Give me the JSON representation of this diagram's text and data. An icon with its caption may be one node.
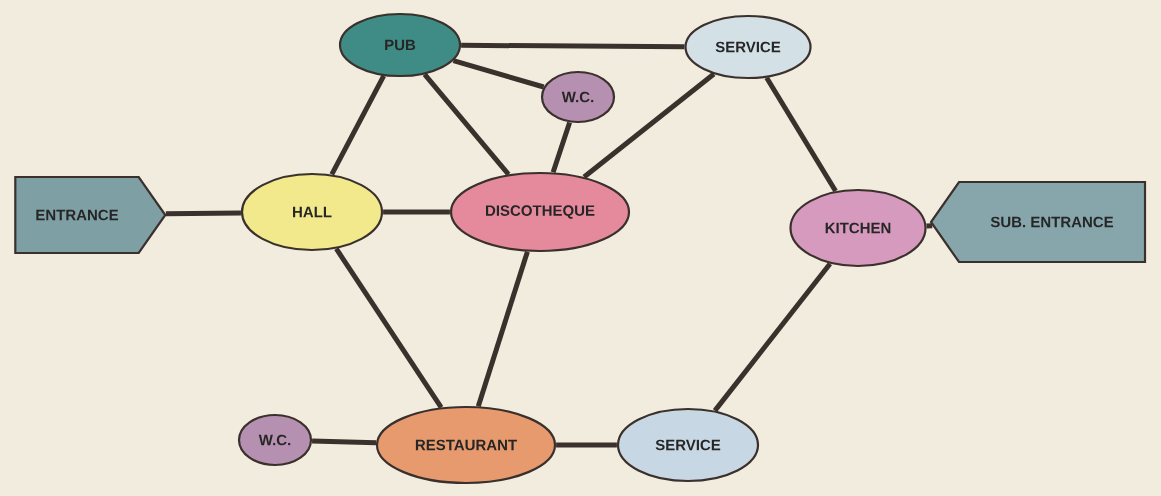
{
  "diagram": {
    "nodes": [
      {
        "text": [
          "PUB"
        ]
      },
      {
        "text": [
          "SERVICE"
        ]
      },
      {
        "text": [
          "W.C."
        ]
      },
      {
        "text": [
          "ENTRANCE"
        ]
      },
      {
        "text": [
          "HALL"
        ]
      },
      {
        "text": [
          "DISCOTHEQUE"
        ]
      },
      {
        "text": [
          "KITCHEN"
        ]
      },
      {
        "text": [
          "SUB. ENTRANCE"
        ]
      },
      {
        "text": [
          "W.C."
        ]
      },
      {
        "text": [
          "RESTAURANT"
        ]
      },
      {
        "text": [
          "SERVICE"
        ]
      }
    ],
    "edges": [
      {
        "from": 0,
        "to": 1,
        "arrow": "none"
      },
      {
        "from": 0,
        "to": 2,
        "arrow": "none"
      },
      {
        "from": 0,
        "to": 4,
        "arrow": "none"
      },
      {
        "from": 0,
        "to": 5,
        "arrow": "none"
      },
      {
        "from": 2,
        "to": 5,
        "arrow": "none"
      },
      {
        "from": 1,
        "to": 5,
        "arrow": "none"
      },
      {
        "from": 1,
        "to": 6,
        "arrow": "none"
      },
      {
        "from": 3,
        "to": 4,
        "arrow": "none"
      },
      {
        "from": 4,
        "to": 5,
        "arrow": "none"
      },
      {
        "from": 4,
        "to": 9,
        "arrow": "none"
      },
      {
        "from": 5,
        "to": 9,
        "arrow": "none"
      },
      {
        "from": 6,
        "to": 7,
        "arrow": "none"
      },
      {
        "from": 6,
        "to": 10,
        "arrow": "none"
      },
      {
        "from": 8,
        "to": 9,
        "arrow": "none"
      },
      {
        "from": 9,
        "to": 10,
        "arrow": "none"
      }
    ]
  }
}
